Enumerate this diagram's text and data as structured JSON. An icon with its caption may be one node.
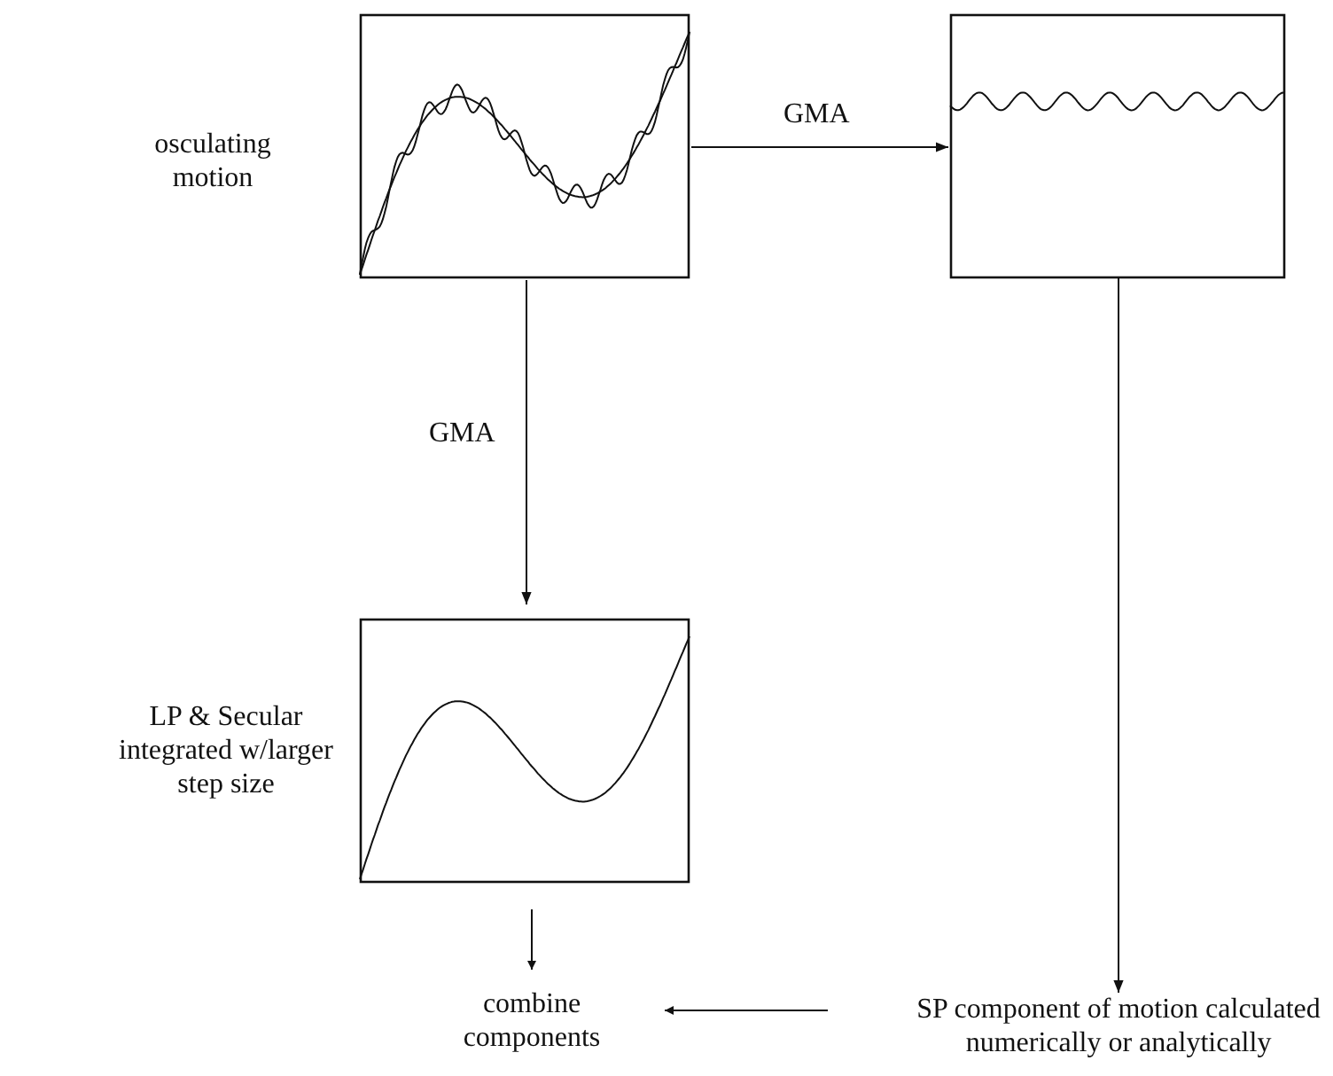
{
  "diagram": {
    "nodes": [
      {
        "text": [
          "osculating motion"
        ]
      },
      {
        "text": [],
        "shape": "picture"
      },
      {
        "text": [
          "LP & Secular integrated w/larger step size"
        ]
      },
      {
        "text": [
          "combine components"
        ]
      },
      {
        "text": [
          "SP component of motion calculated numerically or analytically"
        ]
      }
    ],
    "edges": [
      {
        "from": 0,
        "to": 1,
        "arrow": "to",
        "label": "GMA"
      },
      {
        "from": 0,
        "to": 2,
        "arrow": "to",
        "label": "GMA"
      },
      {
        "from": 2,
        "to": 3,
        "arrow": "to"
      },
      {
        "from": 1,
        "to": 4,
        "arrow": "to"
      },
      {
        "from": 4,
        "to": 3,
        "arrow": "to"
      }
    ]
  }
}
